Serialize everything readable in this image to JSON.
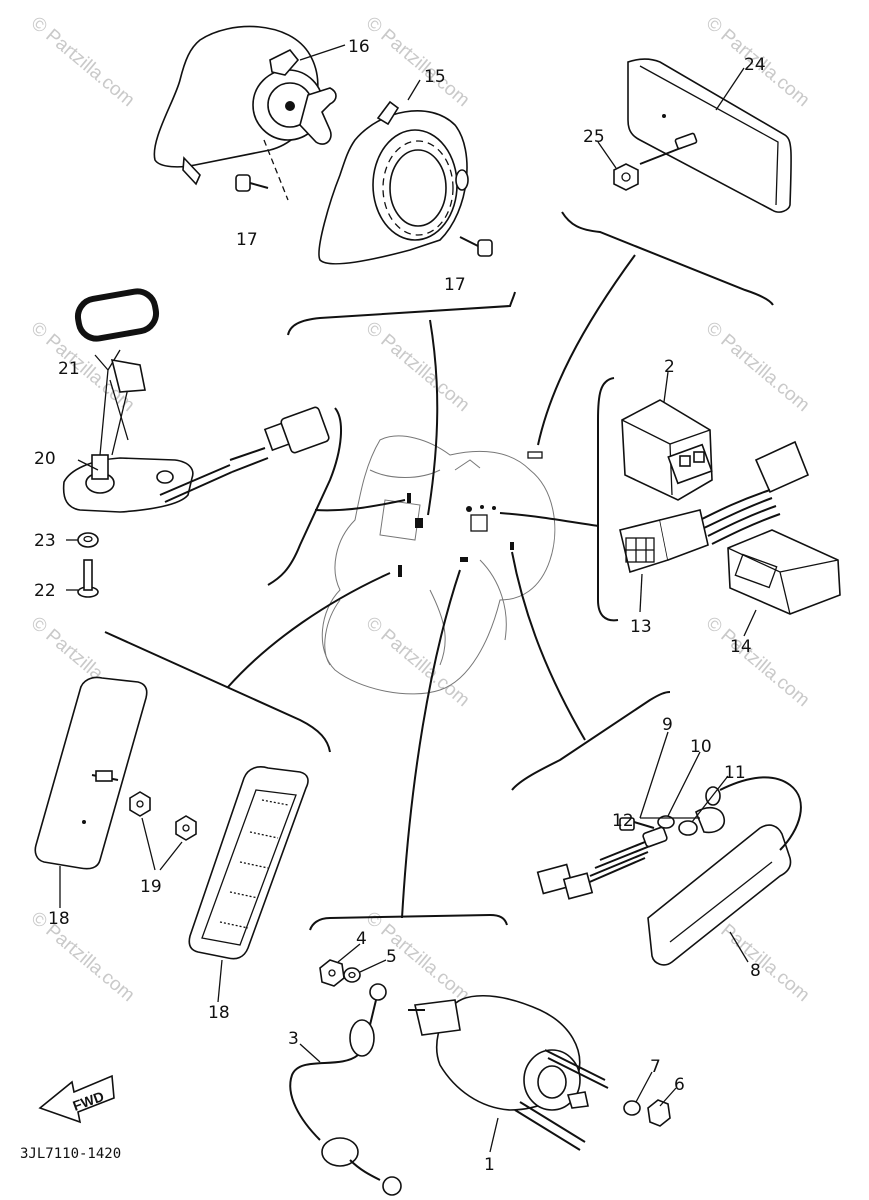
{
  "watermark": "© Partzilla.com",
  "diagram_code": "3JL7110-1420",
  "fwd_label": "FWD",
  "callouts": {
    "c1": "1",
    "c2": "2",
    "c3": "3",
    "c4": "4",
    "c5": "5",
    "c6": "6",
    "c7": "7",
    "c8": "8",
    "c9": "9",
    "c10": "10",
    "c11": "11",
    "c12": "12",
    "c13": "13",
    "c14": "14",
    "c15": "15",
    "c16": "16",
    "c17a": "17",
    "c17b": "17",
    "c18a": "18",
    "c18b": "18",
    "c19": "19",
    "c20": "20",
    "c21": "21",
    "c22": "22",
    "c23": "23",
    "c24": "24",
    "c25": "25"
  }
}
